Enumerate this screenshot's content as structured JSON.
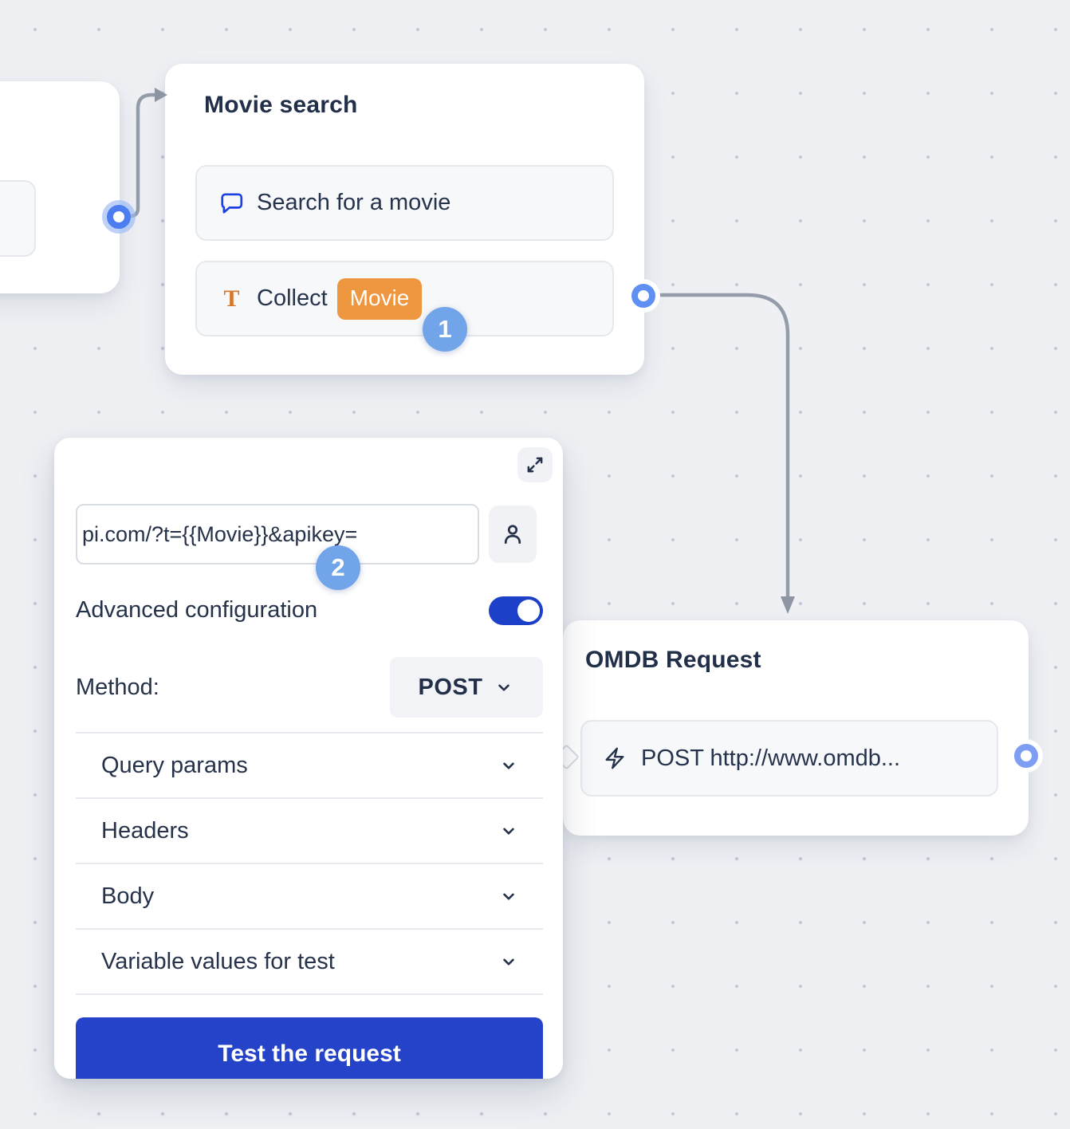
{
  "canvas": {
    "background": "#eef0f4",
    "dot_color": "#c4cad7"
  },
  "movie_search_node": {
    "title": "Movie search",
    "items": [
      {
        "icon": "chat-bubble-icon",
        "label": "Search for a movie"
      },
      {
        "icon": "text-input-icon",
        "label": "Collect",
        "variable": "Movie"
      }
    ],
    "step_badge": "1"
  },
  "request_panel": {
    "step_badge": "2",
    "url_value": "pi.com/?t={{Movie}}&apikey=",
    "icons": [
      "expand-icon",
      "person-icon"
    ],
    "advanced_label": "Advanced configuration",
    "advanced_enabled": true,
    "method_label": "Method:",
    "method_value": "POST",
    "sections": [
      "Query params",
      "Headers",
      "Body",
      "Variable values for test"
    ],
    "test_button_label": "Test the request"
  },
  "omdb_node": {
    "title": "OMDB Request",
    "item": {
      "icon": "lightning-icon",
      "label": "POST http://www.omdb..."
    }
  },
  "colors": {
    "primary_button_blue": "#2543c8",
    "toggle_blue": "#1d40c8",
    "step_badge_blue": "#72a4e9",
    "port_ring_blue": "#5f8ff3",
    "variable_orange": "#ee9740",
    "icon_orange": "#d4782a",
    "chat_icon_blue": "#1b41e3",
    "connector_gray": "#959ca9",
    "text_navy": "#25324a"
  }
}
